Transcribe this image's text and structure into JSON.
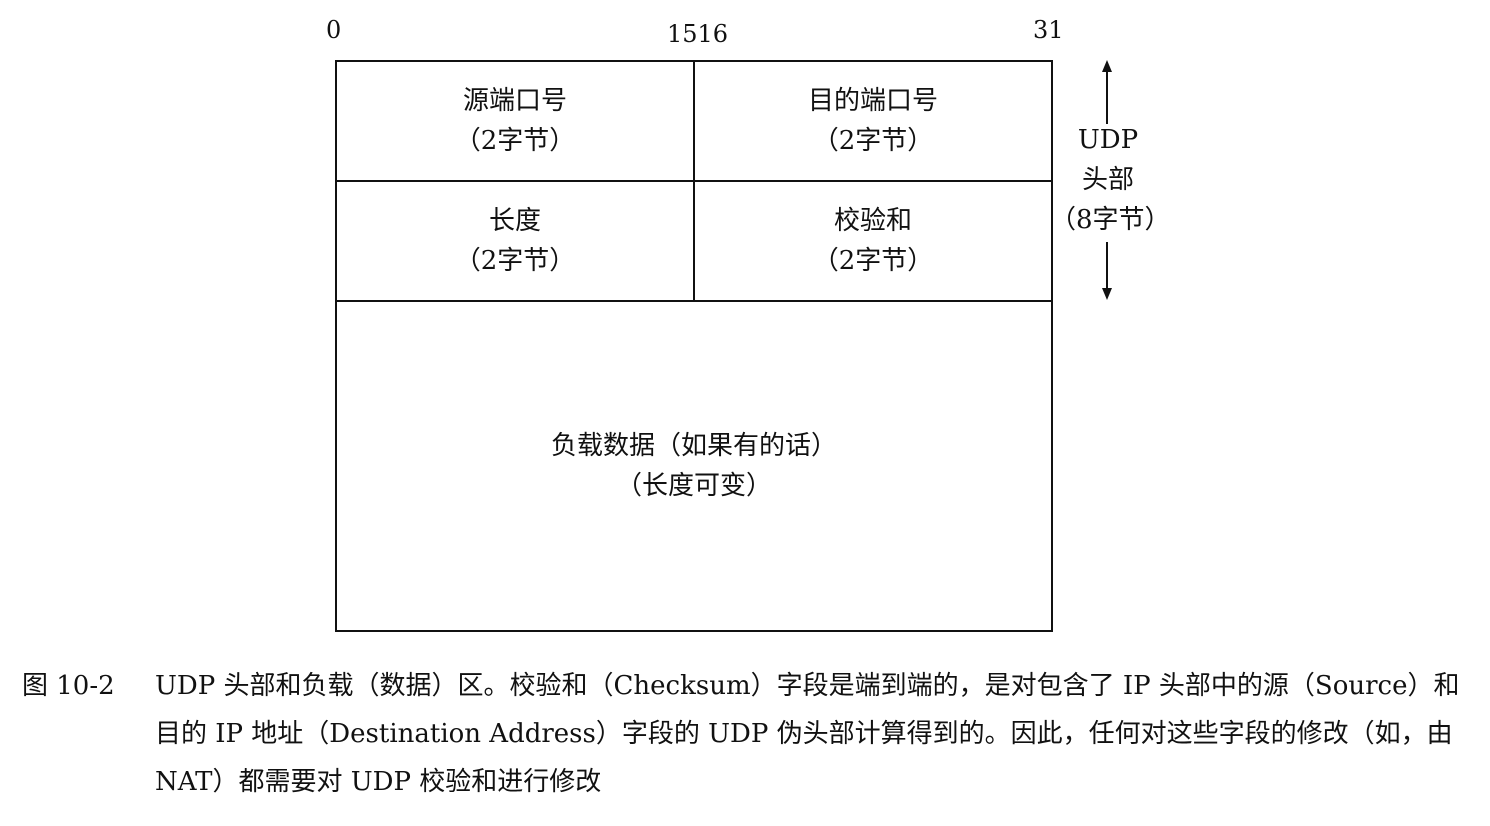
{
  "bits": {
    "start": "0",
    "mid": "1516",
    "end": "31"
  },
  "fields": {
    "source_port": {
      "name": "源端口号",
      "size": "（2字节）"
    },
    "dest_port": {
      "name": "目的端口号",
      "size": "（2字节）"
    },
    "length": {
      "name": "长度",
      "size": "（2字节）"
    },
    "checksum": {
      "name": "校验和",
      "size": "（2字节）"
    },
    "payload": {
      "name": "负载数据（如果有的话）",
      "size": "（长度可变）"
    }
  },
  "header_label": {
    "line1": "UDP",
    "line2": "头部",
    "line3": "（8字节）"
  },
  "caption": {
    "number": "图 10-2",
    "text": "UDP 头部和负载（数据）区。校验和（Checksum）字段是端到端的，是对包含了 IP 头部中的源（Source）和目的 IP 地址（Destination Address）字段的 UDP 伪头部计算得到的。因此，任何对这些字段的修改（如，由 NAT）都需要对 UDP 校验和进行修改"
  }
}
